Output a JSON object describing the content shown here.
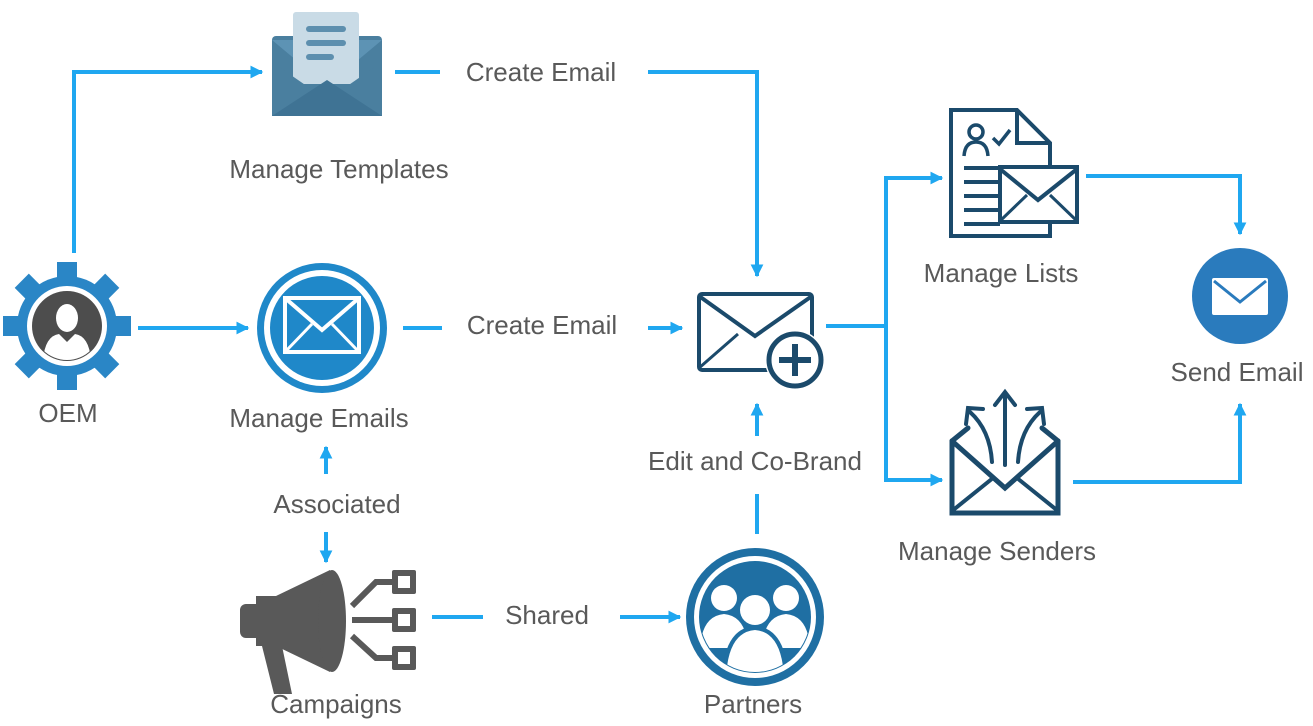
{
  "nodes": {
    "oem": {
      "label": "OEM",
      "icon": "oem-gear-user-icon"
    },
    "templates": {
      "label": "Manage Templates",
      "icon": "template-envelope-icon"
    },
    "emails": {
      "label": "Manage Emails",
      "icon": "envelope-circle-icon"
    },
    "campaigns": {
      "label": "Campaigns",
      "icon": "megaphone-icon"
    },
    "cobrand": {
      "label": "",
      "icon": "envelope-plus-icon"
    },
    "partners": {
      "label": "Partners",
      "icon": "partners-group-icon"
    },
    "lists": {
      "label": "Manage Lists",
      "icon": "list-document-envelope-icon"
    },
    "senders": {
      "label": "Manage Senders",
      "icon": "envelope-arrows-icon"
    },
    "send": {
      "label": "Send Email",
      "icon": "send-envelope-circle-icon"
    }
  },
  "edges": {
    "create_email_top": "Create Email",
    "create_email_mid": "Create Email",
    "associated": "Associated",
    "shared": "Shared",
    "edit_cobrand": "Edit and Co-Brand"
  },
  "colors": {
    "arrow": "#1fa7f0",
    "navy": "#1b4a6b",
    "teal": "#4a7f9f",
    "blue": "#1f88c9",
    "gray": "#595959",
    "text": "#595959"
  }
}
